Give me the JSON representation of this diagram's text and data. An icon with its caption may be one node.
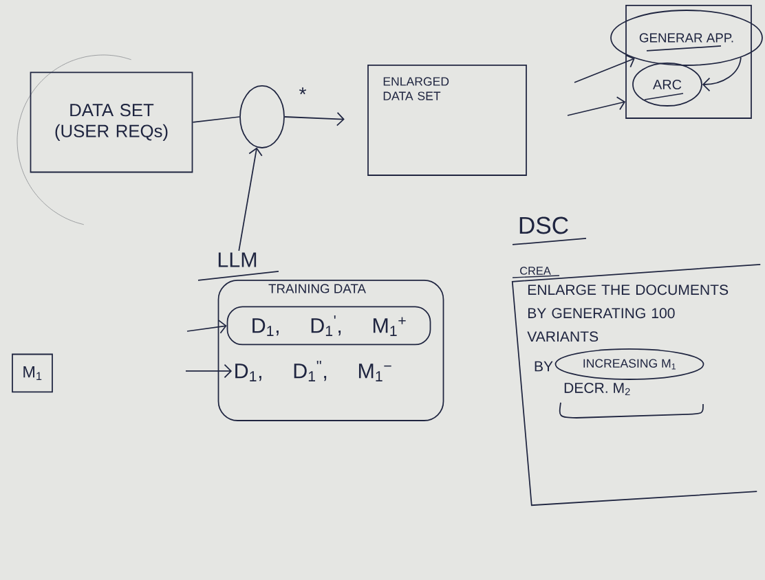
{
  "diagram": {
    "nodes": [
      {
        "text": [
          "DATA SET (USER REQs)"
        ]
      },
      {
        "text": [],
        "shape": "circle"
      },
      {
        "text": [
          "ENLARGED DATA SET"
        ]
      },
      {
        "text": [],
        "shape": "box"
      },
      {
        "text": [
          "GENERAR APP."
        ]
      },
      {
        "text": [
          "ARC"
        ],
        "in": 3
      },
      {
        "text": [
          "LLM"
        ]
      },
      {
        "text": [
          "TRAINING DATA"
        ]
      },
      {
        "text": [
          "D$_{1}$, D$_{1}$$^{'}$, M$_{1}$$^{+}$"
        ],
        "in": 7
      },
      {
        "text": [
          "D$_{1}$, D$_{1}$$^{''}$, M$_{1}$$^{−}$"
        ],
        "in": 7
      },
      {
        "text": [
          "DSC",
          "ENLARGE THE DOCUMENTS BY GENERATING 100 VARIANTS",
          "BY",
          "DECR. M$_{2}$"
        ]
      },
      {
        "text": [
          "INCREASING M$_{1}$"
        ],
        "in": 10
      },
      {
        "text": [
          "M$_{1}$"
        ]
      }
    ],
    "edges": [
      {
        "from": 0,
        "to": 1,
        "arrow": "none"
      },
      {
        "from": 1,
        "to": 2,
        "arrow": "to",
        "label": "*"
      },
      {
        "from": 6,
        "to": 1,
        "arrow": "to"
      },
      {
        "from": null,
        "to": 4,
        "arrow": "to"
      },
      {
        "from": null,
        "to": 3,
        "arrow": "to"
      },
      {
        "from": 4,
        "to": 5,
        "arrow": "to"
      },
      {
        "from": null,
        "to": 8,
        "arrow": "to"
      },
      {
        "from": null,
        "to": 9,
        "arrow": "to"
      }
    ],
    "labels": [
      "CREA"
    ]
  }
}
